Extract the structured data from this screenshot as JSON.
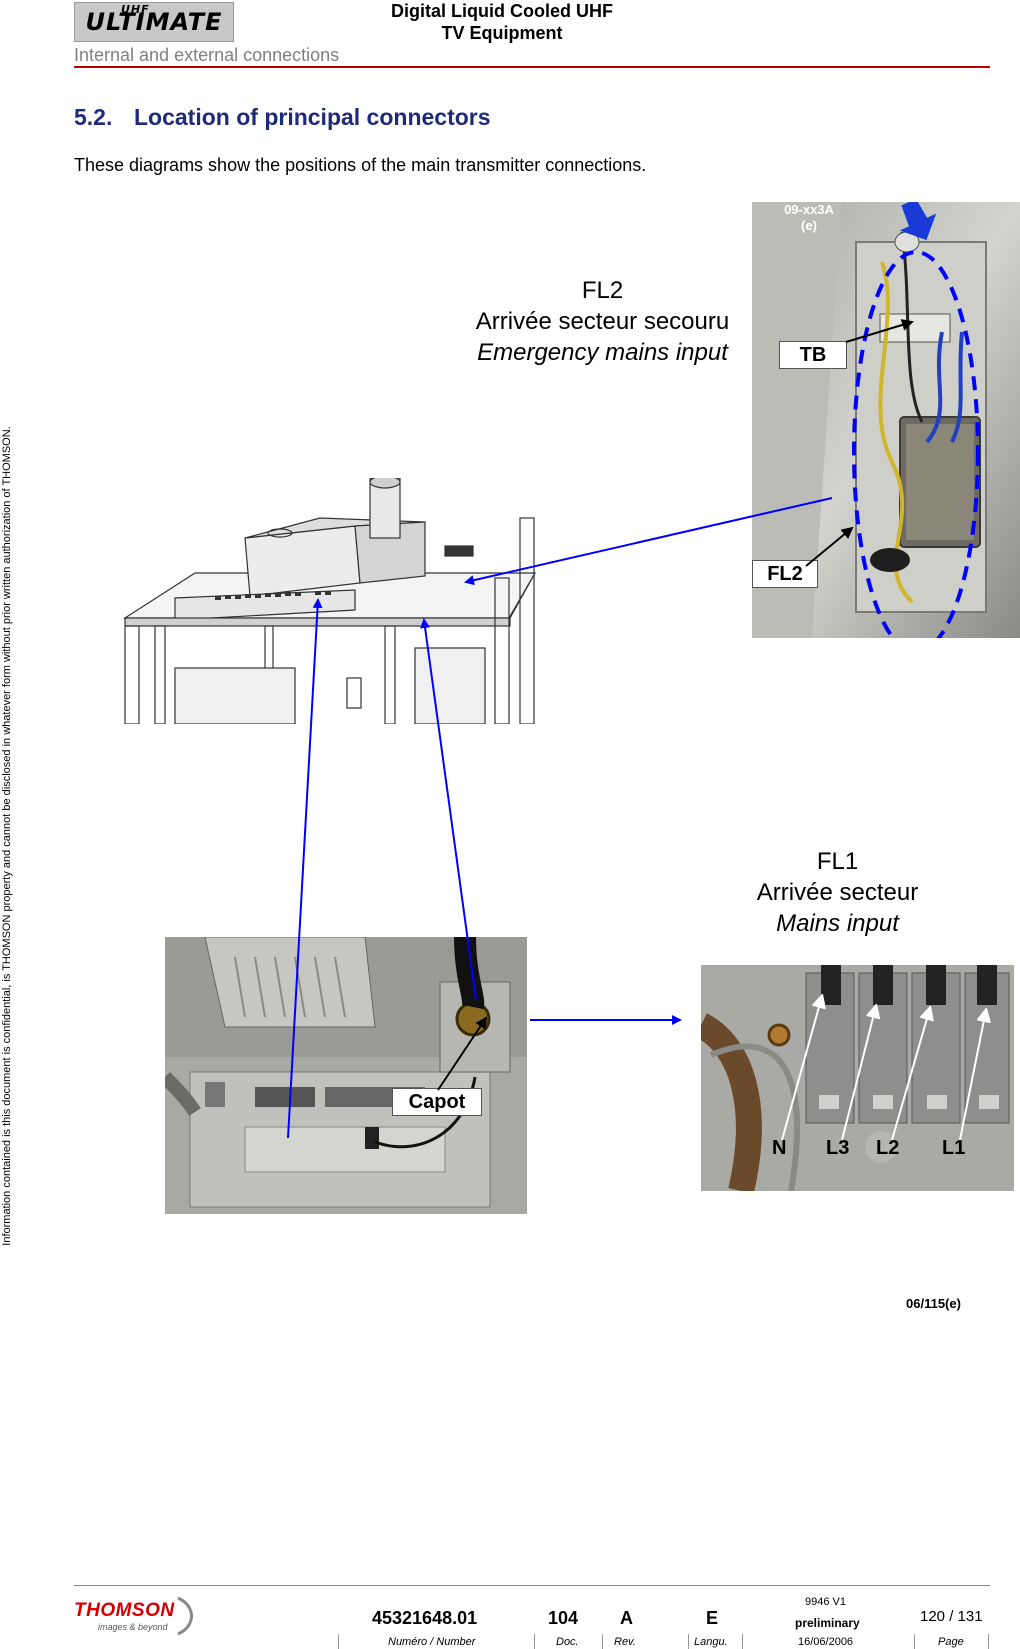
{
  "header": {
    "logo_text": "ULTIMATE",
    "logo_sup": "UHF",
    "title_line1": "Digital Liquid Cooled UHF",
    "title_line2": "TV Equipment",
    "subtitle": "Internal and external connections"
  },
  "section": {
    "number": "5.2.",
    "title": "Location of principal connectors",
    "intro": "These diagrams show the positions of the main transmitter connections."
  },
  "side_notice": "Information contained is this document is confidential, is THOMSON property and cannot be disclosed in whatever form without prior written authorization of THOMSON.",
  "figure": {
    "photo_tag": "09-xx3A",
    "photo_tag2": "(e)",
    "label_tb": "TB",
    "label_fl2": "FL2",
    "fl2_title": "FL2",
    "fl2_fr": "Arrivée secteur secouru",
    "fl2_en": "Emergency mains input",
    "fl1_title": "FL1",
    "fl1_fr": "Arrivée secteur",
    "fl1_en": "Mains input",
    "label_capot": "Capot",
    "terminals": [
      "N",
      "L3",
      "L2",
      "L1"
    ],
    "ref": "06/115(e)"
  },
  "footer": {
    "logo_text": "THOMSON",
    "logo_tagline": "images & beyond",
    "number": "45321648.01",
    "number_label": "Numéro / Number",
    "doc": "104",
    "doc_label": "Doc.",
    "rev": "A",
    "rev_label": "Rev.",
    "lang": "E",
    "lang_label": "Langu.",
    "version": "9946 V1",
    "status": "preliminary",
    "date": "16/06/2006",
    "page": "120 / 131",
    "page_label": "Page"
  },
  "colors": {
    "title_blue": "#1f2a7a",
    "header_rule": "#c00000",
    "arrow_blue": "#0000ff",
    "logo_red": "#d40000"
  }
}
